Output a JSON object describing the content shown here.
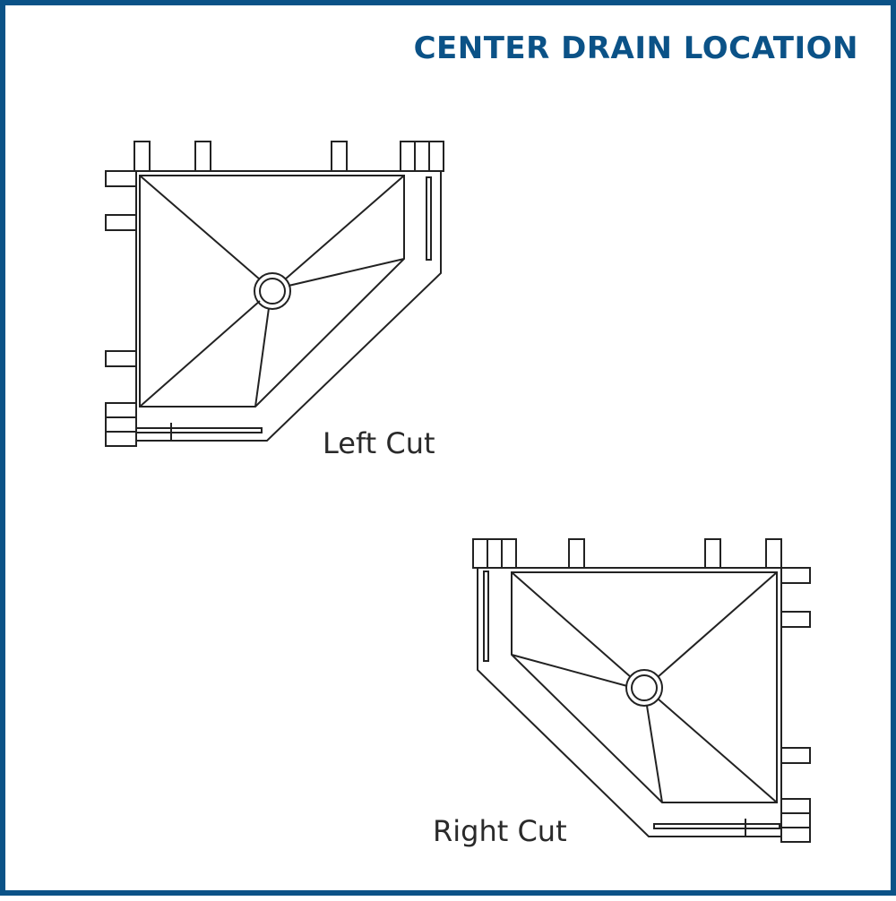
{
  "title": "CENTER DRAIN LOCATION",
  "colors": {
    "frame": "#0b5287",
    "title": "#0b5287",
    "line": "#222222"
  },
  "diagrams": [
    {
      "label": "Left Cut"
    },
    {
      "label": "Right Cut"
    }
  ]
}
